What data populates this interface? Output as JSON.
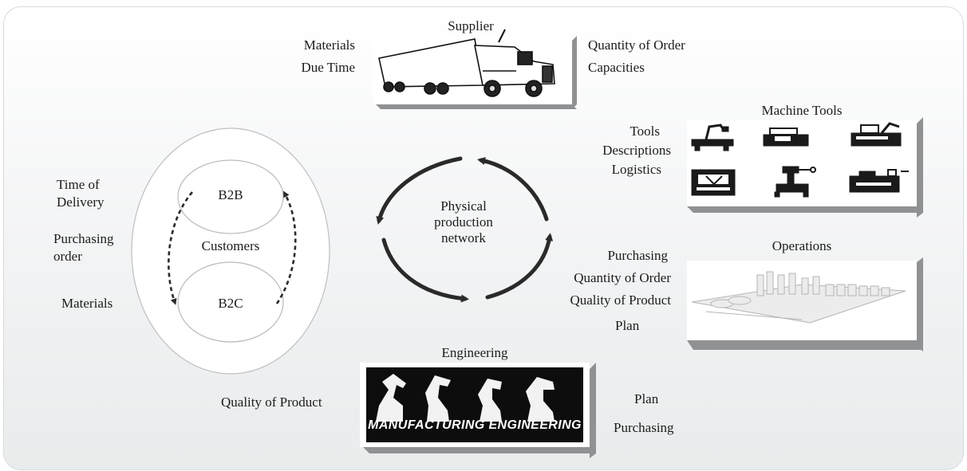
{
  "supplier": {
    "title": "Supplier",
    "left_lines": [
      "Materials",
      "Due Time"
    ],
    "right_lines": [
      "Quantity of Order",
      "Capacities"
    ]
  },
  "machine_tools": {
    "title": "Machine Tools",
    "left_lines": [
      "Tools",
      "Descriptions",
      "Logistics"
    ]
  },
  "operations": {
    "title": "Operations",
    "left_lines": [
      "Purchasing",
      "Quantity of Order",
      "Quality of Product",
      "Plan"
    ]
  },
  "engineering": {
    "title": "Engineering",
    "banner_text": "MANUFACTURING ENGINEERING",
    "left_lines": [
      "Quality of Product"
    ],
    "right_lines": [
      "Plan",
      "Purchasing"
    ]
  },
  "customers": {
    "label": "Customers",
    "b2b": "B2B",
    "b2c": "B2C",
    "left_labels": [
      "Time of Delivery",
      "Purchasing order",
      "Materials"
    ]
  },
  "network": {
    "label": "Physical production network"
  },
  "colors": {
    "ink": "#1c1c1c",
    "arrow": "#2a2a2a",
    "box_shadow": "#8d8f91"
  }
}
